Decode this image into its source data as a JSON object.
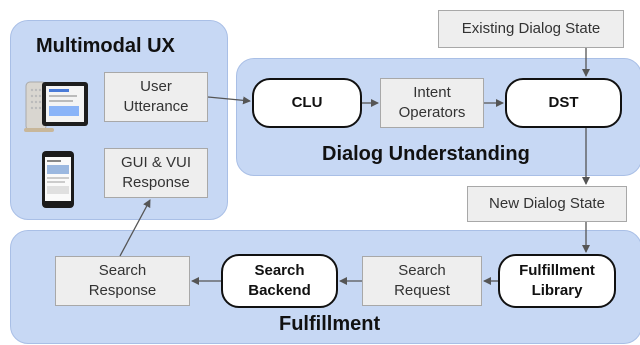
{
  "panels": {
    "multimodal": "Multimodal UX",
    "dialog_understanding": "Dialog Understanding",
    "fulfillment": "Fulfillment"
  },
  "nodes": {
    "existing_state": "Existing Dialog State",
    "user_utterance": "User\nUtterance",
    "gui_vui": "GUI & VUI\nResponse",
    "clu": "CLU",
    "intent_operators": "Intent\nOperators",
    "dst": "DST",
    "new_state": "New Dialog State",
    "search_response": "Search\nResponse",
    "search_backend": "Search\nBackend",
    "search_request": "Search\nRequest",
    "fulfillment_library": "Fulfillment\nLibrary"
  }
}
